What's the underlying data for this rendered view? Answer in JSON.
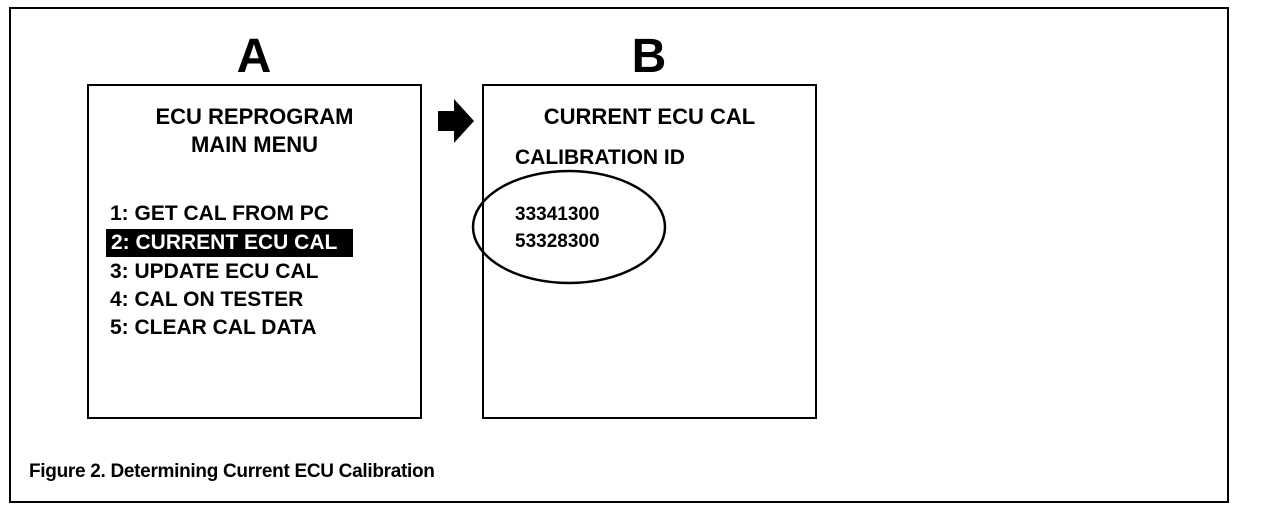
{
  "panels": {
    "a": {
      "letter": "A",
      "title_line1": "ECU REPROGRAM",
      "title_line2": "MAIN MENU",
      "menu_items": [
        {
          "label": "1:  GET CAL FROM PC"
        },
        {
          "label": "2:  CURRENT ECU CAL",
          "selected": true
        },
        {
          "label": "3:  UPDATE ECU CAL"
        },
        {
          "label": "4:  CAL ON TESTER"
        },
        {
          "label": "5:  CLEAR CAL DATA"
        }
      ]
    },
    "b": {
      "letter": "B",
      "title": "CURRENT ECU CAL",
      "cal_id_label": "CALIBRATION ID",
      "cal_values": [
        "33341300",
        "53328300"
      ]
    }
  },
  "caption": "Figure 2. Determining Current ECU Calibration",
  "colors": {
    "ink": "#000000",
    "paper": "#ffffff"
  },
  "icons": {
    "transition_arrow": "right-arrow-icon"
  }
}
